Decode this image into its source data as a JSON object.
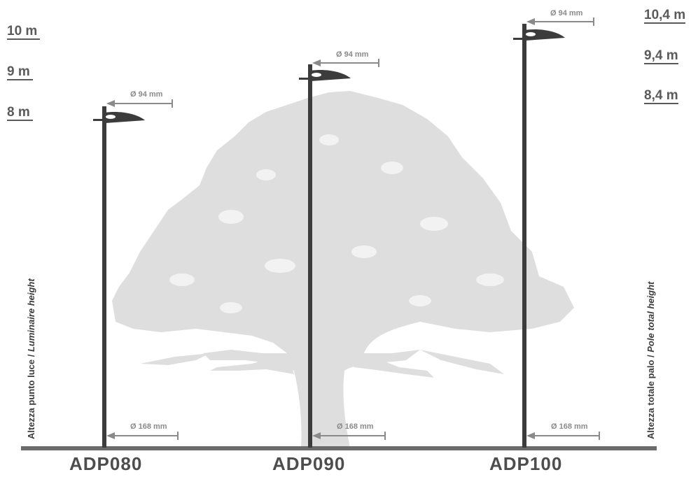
{
  "left_heights": [
    "10 m",
    "9 m",
    "8 m"
  ],
  "right_heights": [
    "10,4 m",
    "9,4 m",
    "8,4 m"
  ],
  "left_axis_label": {
    "main": "Altezza punto luce / ",
    "italic": "Luminaire height"
  },
  "right_axis_label": {
    "main": "Altezza totale palo / ",
    "italic": "Pole total height"
  },
  "poles": [
    {
      "model": "ADP080",
      "head_diameter": "Ø 94 mm",
      "base_diameter": "Ø 168 mm"
    },
    {
      "model": "ADP090",
      "head_diameter": "Ø 94 mm",
      "base_diameter": "Ø 168 mm"
    },
    {
      "model": "ADP100",
      "head_diameter": "Ø 94 mm",
      "base_diameter": "Ø 168 mm"
    }
  ],
  "colors": {
    "pole": "#3c3c3c",
    "tree": "#dcdcdc",
    "ground": "#6b6b6b",
    "dimension": "#8a8a8a",
    "text": "#5a5a5a"
  }
}
